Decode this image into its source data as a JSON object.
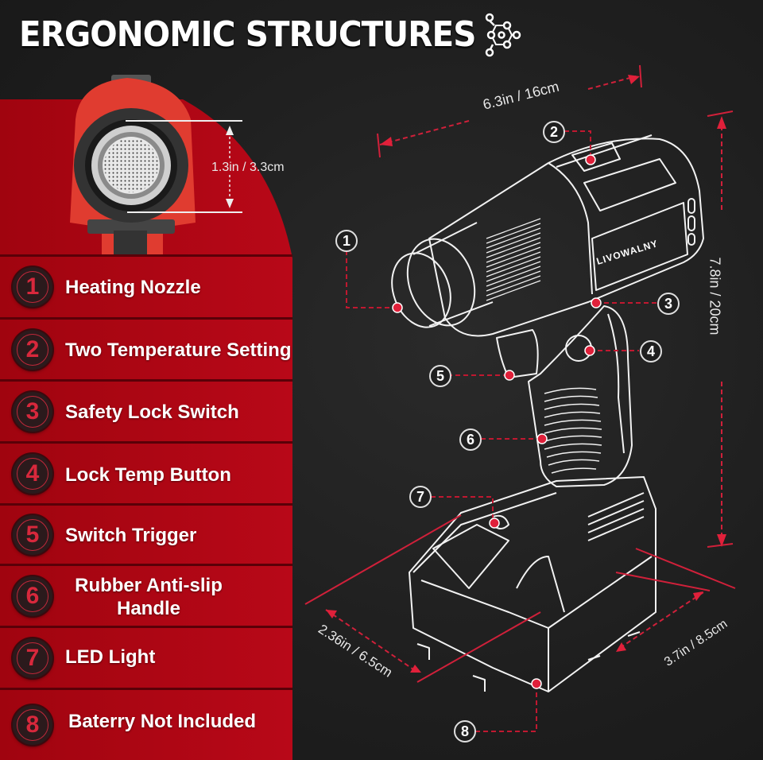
{
  "header": {
    "title": "ERGONOMIC STRUCTURES",
    "icon": "molecule-network-icon"
  },
  "colors": {
    "panel_red": "#b30616",
    "accent_red": "#e0203a",
    "background": "#1f1f1f",
    "line_white": "#f0f0f0"
  },
  "features": [
    {
      "number": "1",
      "label": "Heating Nozzle"
    },
    {
      "number": "2",
      "label": "Two Temperature Setting"
    },
    {
      "number": "3",
      "label": "Safety Lock Switch"
    },
    {
      "number": "4",
      "label": "Lock Temp Button"
    },
    {
      "number": "5",
      "label": "Switch Trigger"
    },
    {
      "number": "6",
      "label": "Rubber Anti-slip",
      "label_line2": "Handle"
    },
    {
      "number": "7",
      "label": "LED Light"
    },
    {
      "number": "8",
      "label": "Baterry Not Included"
    }
  ],
  "dimensions": {
    "nozzle": "1.3in / 3.3cm",
    "length": "6.3in / 16cm",
    "height": "7.8in / 20cm",
    "battery_width": "2.36in / 6.5cm",
    "battery_depth": "3.7in / 8.5cm"
  },
  "product": {
    "brand": "LIVOWALNY"
  },
  "callouts": [
    "1",
    "2",
    "3",
    "4",
    "5",
    "6",
    "7",
    "8"
  ]
}
